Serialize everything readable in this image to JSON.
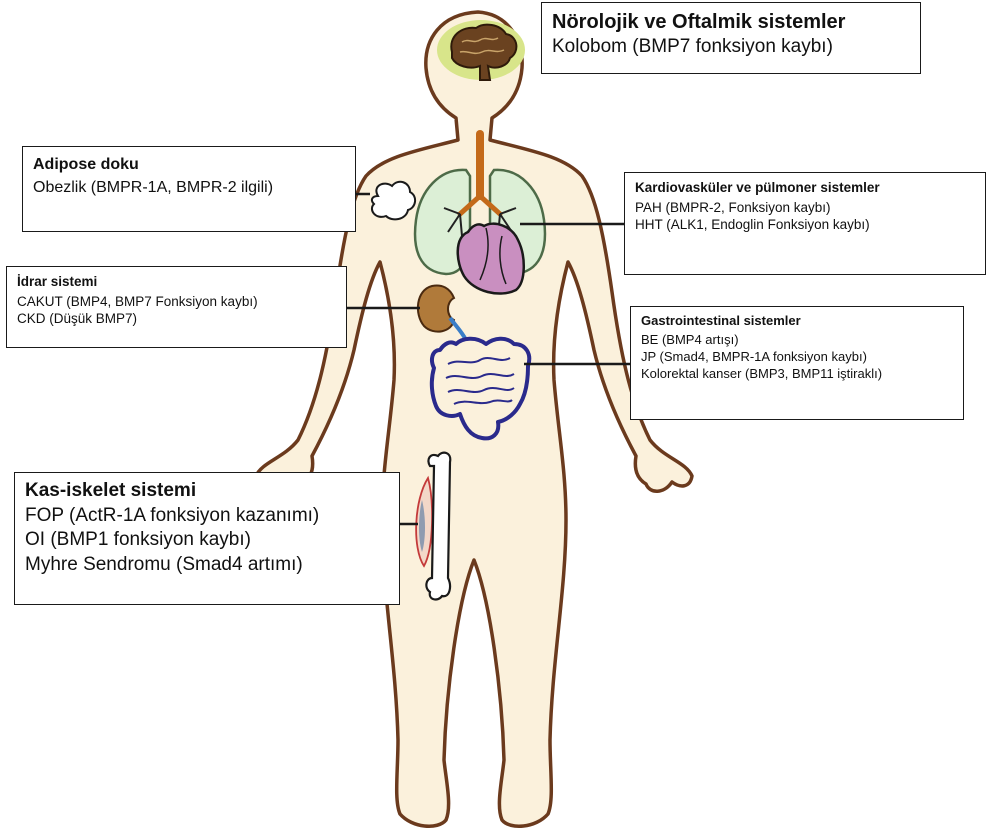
{
  "systems": {
    "neuro": {
      "title": "Nörolojik ve Oftalmik sistemler",
      "items": [
        "Kolobom (BMP7 fonksiyon kaybı)"
      ]
    },
    "adipose": {
      "title": "Adipose doku",
      "items": [
        "Obezlik (BMPR-1A, BMPR-2 ilgili)"
      ]
    },
    "cardio": {
      "title": "Kardiovasküler ve pülmoner sistemler",
      "items": [
        "PAH (BMPR-2, Fonksiyon kaybı)",
        "HHT (ALK1, Endoglin Fonksiyon kaybı)"
      ]
    },
    "urinary": {
      "title": "İdrar sistemi",
      "items": [
        "CAKUT (BMP4, BMP7 Fonksiyon kaybı)",
        "CKD (Düşük BMP7)"
      ]
    },
    "gi": {
      "title": "Gastrointestinal sistemler",
      "items": [
        "BE (BMP4 artışı)",
        "JP (Smad4, BMPR-1A fonksiyon kaybı)",
        "Kolorektal kanser (BMP3, BMP11 iştiraklı)"
      ]
    },
    "msk": {
      "title": "Kas-iskelet sistemi",
      "items": [
        "FOP (ActR-1A fonksiyon kazanımı)",
        "OI (BMP1 fonksiyon kaybı)",
        "Myhre Sendromu (Smad4 artımı)"
      ]
    }
  },
  "colors": {
    "skin": "#fbf1dc",
    "outline": "#6b3a1d",
    "lung": "#dcefd6",
    "heart": "#c98fc0",
    "brain": "#6a4220",
    "brain_halo": "#d8e58a",
    "kidney": "#b07a3a",
    "colon": "#2a2a8c",
    "bone": "#ffffff"
  }
}
